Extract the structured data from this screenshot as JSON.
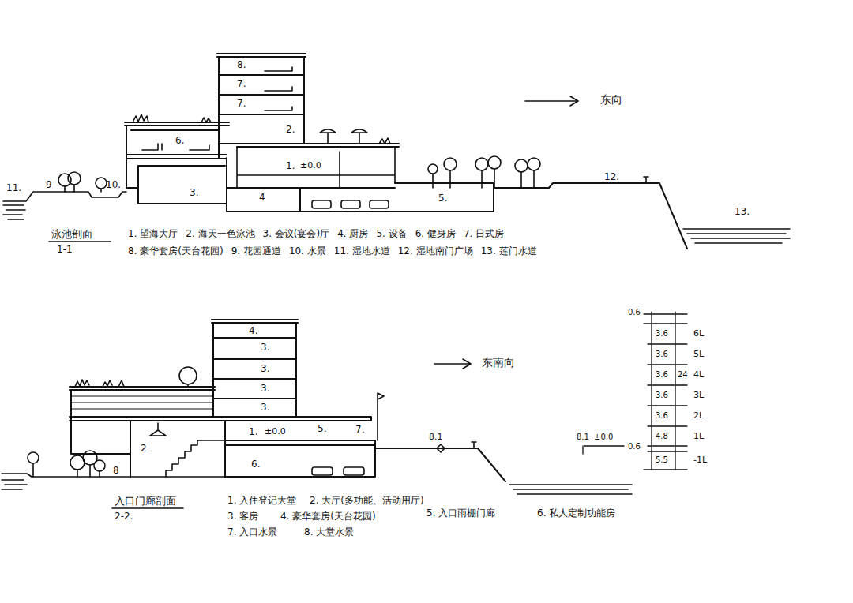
{
  "diagram": {
    "labels": [
      "8.",
      "7.",
      "7.",
      "2.",
      "6.",
      "1.",
      "±0.0",
      "3.",
      "4",
      "5.",
      "11.",
      "9",
      "10.",
      "12.",
      "13.",
      "东向",
      "泳池剖面",
      "1-1",
      "1. 望海大厅",
      "2. 海天一色泳池",
      "3. 会议(宴会)厅",
      "4. 厨房",
      "5. 设备",
      "6. 健身房",
      "7. 日式房",
      "8. 豪华套房(天台花园)",
      "9. 花园通道",
      "10. 水景",
      "11. 湿地水道",
      "12. 湿地南门广场",
      "13. 莲门水道",
      "4.",
      "3.",
      "3.",
      "3.",
      "3.",
      "5.",
      "1.",
      "±0.0",
      "2",
      "6.",
      "7.",
      "8",
      "8.1",
      "东南向",
      "入口门廊剖面",
      "2-2.",
      "1. 入住登记大堂",
      "2. 大厅(多功能、活动用厅)",
      "3. 客房",
      "4. 豪华套房(天台花园)",
      "5. 入口雨棚门廊",
      "6. 私人定制功能房",
      "7. 入口水景",
      "8. 大堂水景",
      "0.6",
      "3.6",
      "3.6",
      "3.6",
      "3.6",
      "3.6",
      "4.8",
      "24",
      "0.6",
      "5.5",
      "6L",
      "5L",
      "4L",
      "3L",
      "2L",
      "1L",
      "-1L",
      "8.1",
      "±0.0"
    ]
  }
}
